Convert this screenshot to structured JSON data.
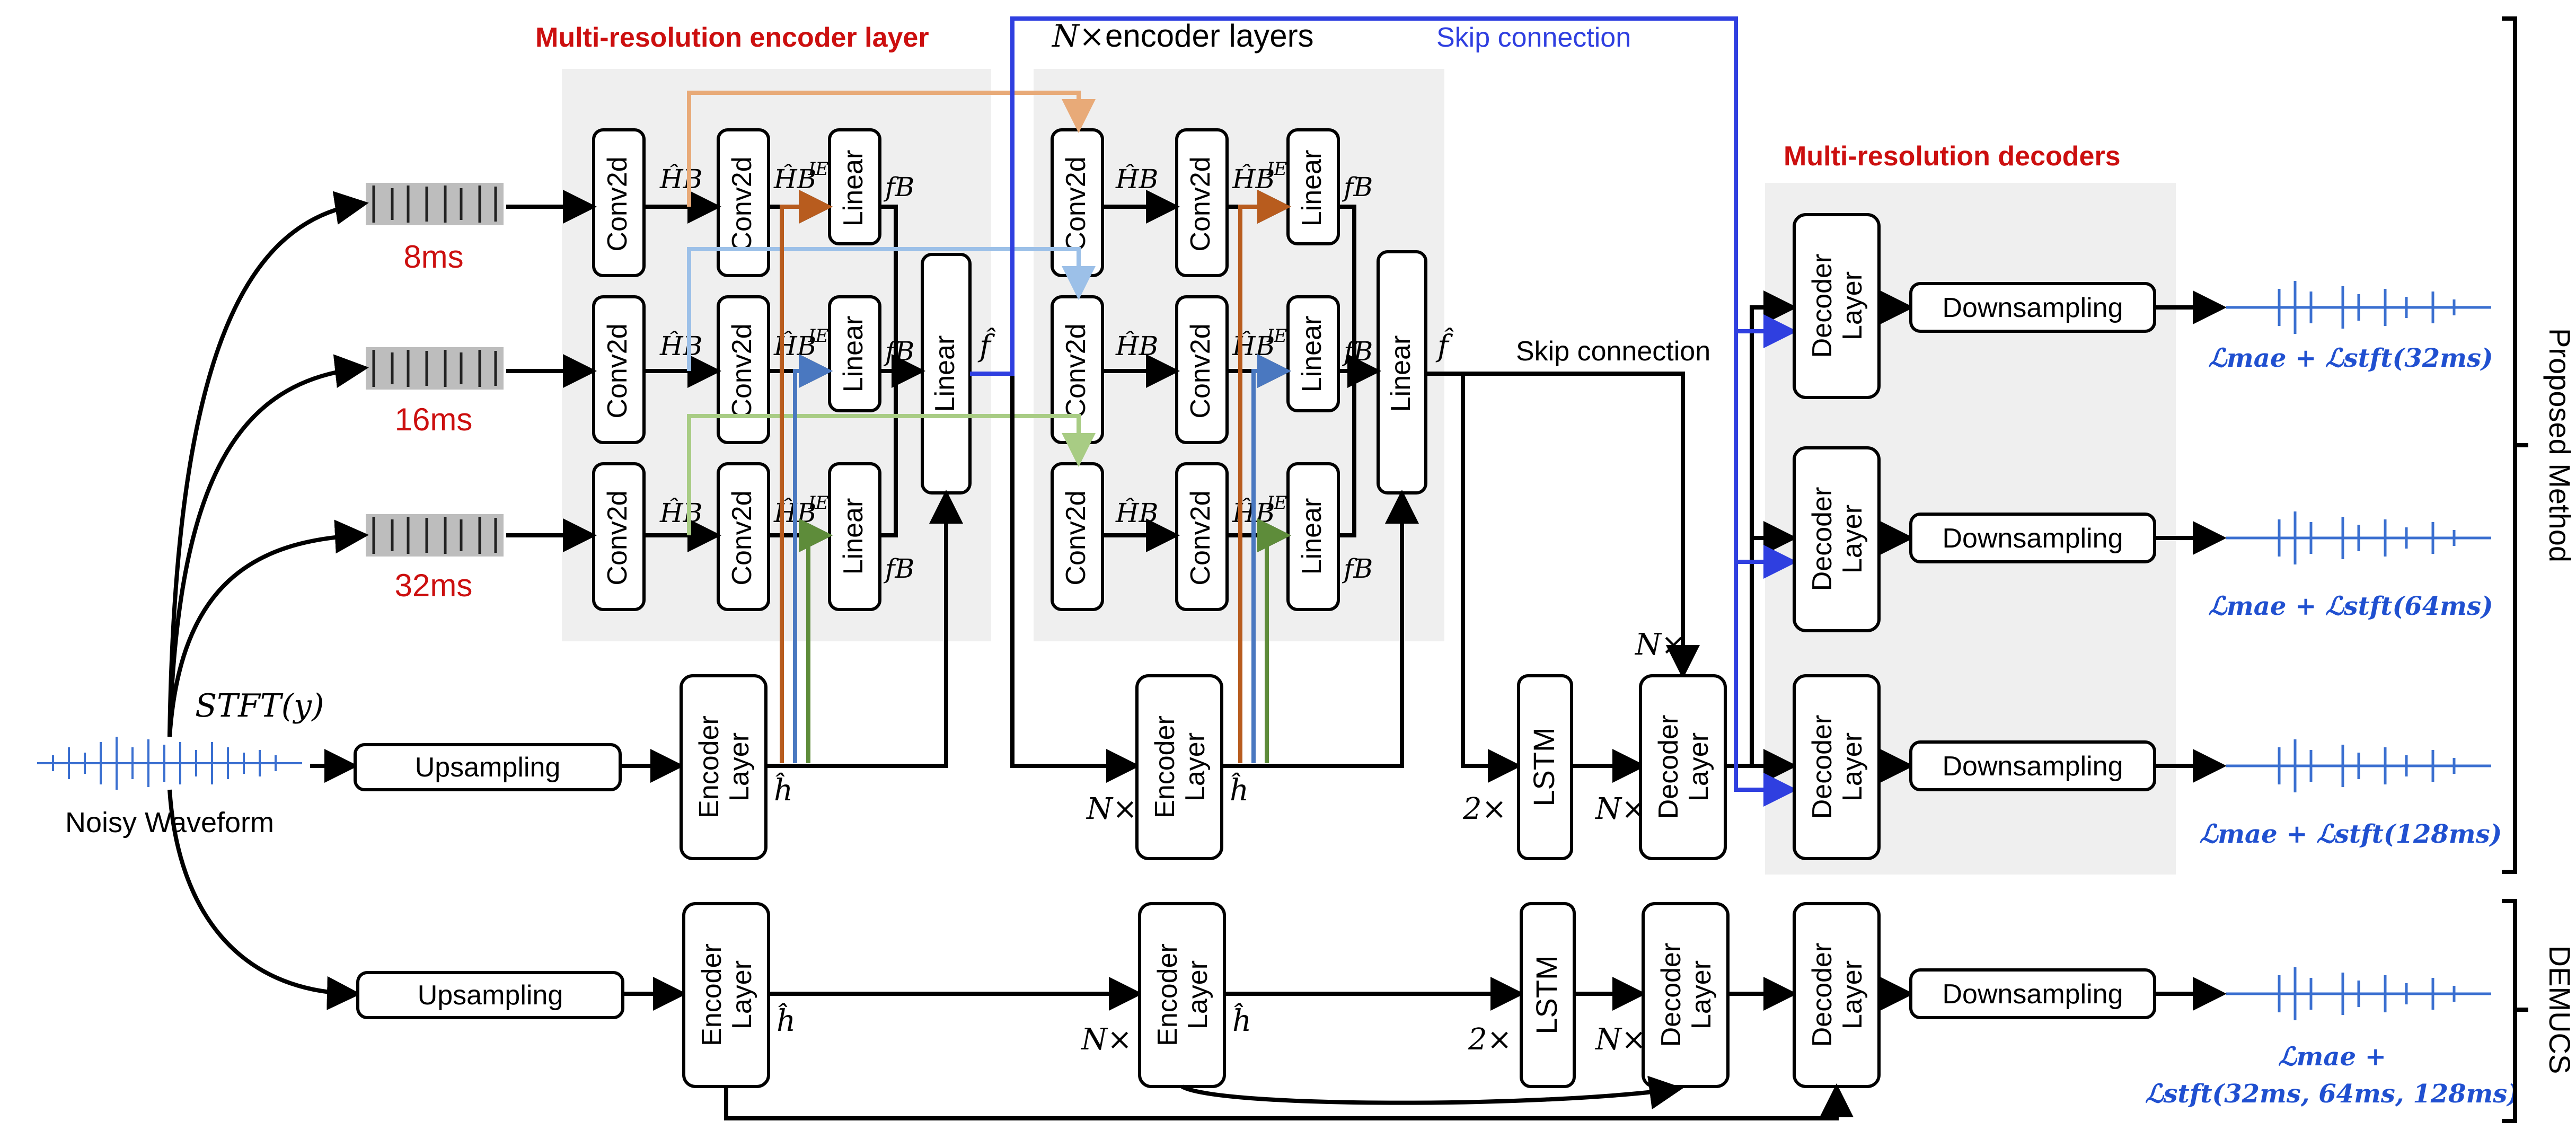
{
  "titles": {
    "mr_encoder": "Multi-resolution encoder layer",
    "n_encoder_layers": "encoder layers",
    "n_prefix": "N×",
    "skip_top": "Skip connection",
    "mr_decoders": "Multi-resolution decoders",
    "skip_mid": "Skip connection"
  },
  "inputs": {
    "resolutions": [
      "8ms",
      "16ms",
      "32ms"
    ],
    "stft": "STFT(y)",
    "waveform": "Noisy Waveform"
  },
  "blocks": {
    "conv2d": "Conv2d",
    "linear": "Linear",
    "upsampling": "Upsampling",
    "encoder_layer": [
      "Encoder",
      "Layer"
    ],
    "decoder_layer": [
      "Decoder",
      "Layer"
    ],
    "lstm": "LSTM",
    "downsampling": "Downsampling"
  },
  "symbols": {
    "h_hat": "ĥ",
    "f_hat": "f̂",
    "f_b": "fB",
    "H_B": "ĤB",
    "H_B_IE": "ĤB",
    "ie_sup": "IE",
    "n_times": "N×",
    "two_times": "2×"
  },
  "losses": {
    "l32": "ℒmae + ℒstft(32ms)",
    "l64": "ℒmae + ℒstft(64ms)",
    "l128": "ℒmae + ℒstft(128ms)",
    "demucs_1": "ℒmae +",
    "demucs_2": "ℒstft(32ms, 64ms, 128ms)"
  },
  "side_labels": {
    "proposed": "Proposed Method",
    "demucs": "DEMUCS"
  },
  "colors": {
    "red_title": "#cc0f0f",
    "blue_skip": "#2f3fe0",
    "loss_blue": "#2050d0",
    "orange": "#b85c1e",
    "peach": "#e8aa78",
    "light_blue": "#9cc0e8",
    "mid_blue": "#4a78c0",
    "light_green": "#a8cc84",
    "dark_green": "#5e8c3a",
    "panel_gray": "#efefef"
  }
}
